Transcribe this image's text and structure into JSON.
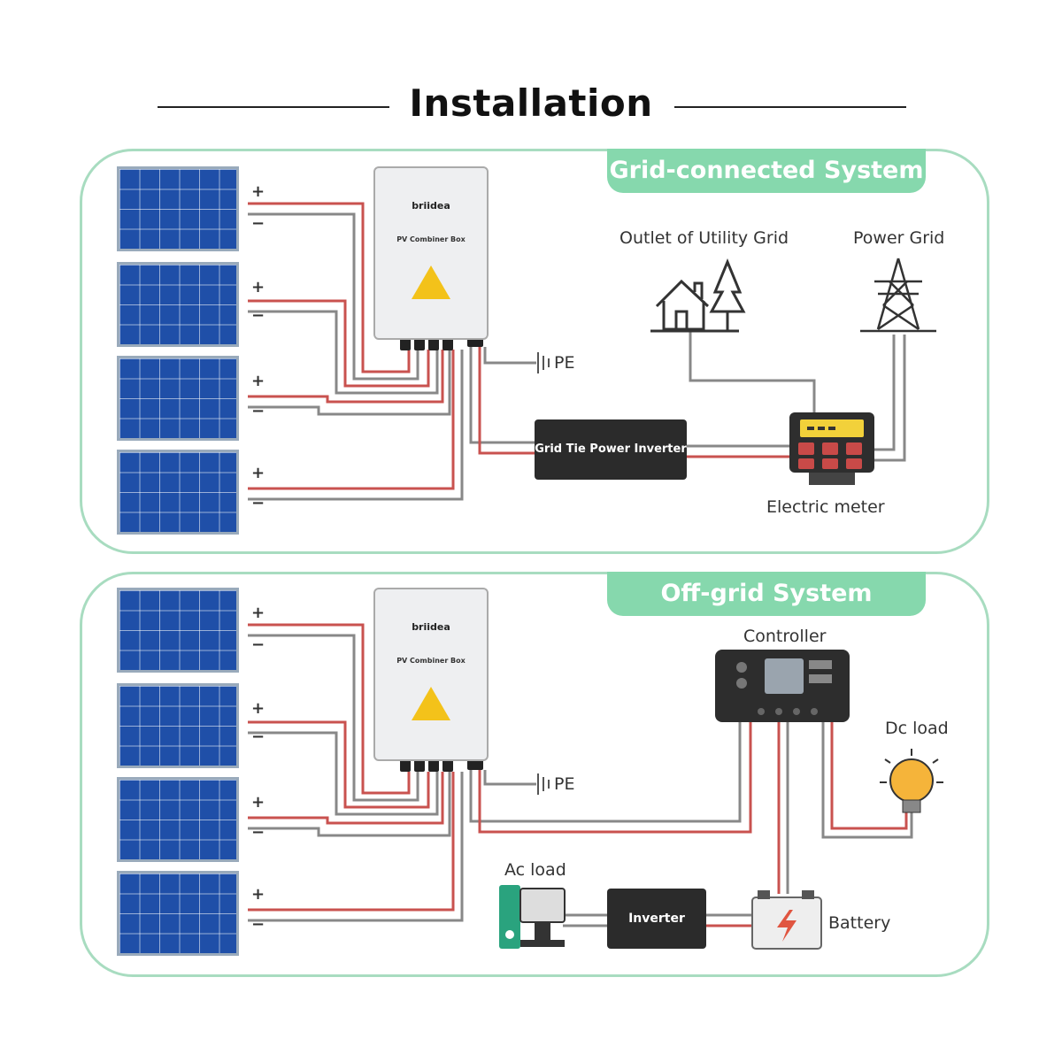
{
  "title": "Installation",
  "grid": {
    "tag": "Grid-connected System",
    "outlet_label": "Outlet of Utility Grid",
    "power_grid_label": "Power Grid",
    "inverter_label": "Grid Tie Power Inverter",
    "meter_label": "Electric meter",
    "pe_label": "PE",
    "brand": "briidea",
    "box_label": "PV Combiner Box",
    "plus": "+",
    "minus": "−"
  },
  "offgrid": {
    "tag": "Off-grid System",
    "controller_label": "Controller",
    "dc_load_label": "Dc load",
    "ac_load_label": "Ac load",
    "inverter_label": "Inverter",
    "battery_label": "Battery",
    "pe_label": "PE",
    "brand": "briidea",
    "box_label": "PV Combiner Box",
    "plus": "+",
    "minus": "−"
  },
  "colors": {
    "accent": "#86d8ad",
    "border": "#a8dcc0",
    "wire_red": "#c9524f",
    "wire_gray": "#888888",
    "panel_blue": "#1f4fa8"
  }
}
